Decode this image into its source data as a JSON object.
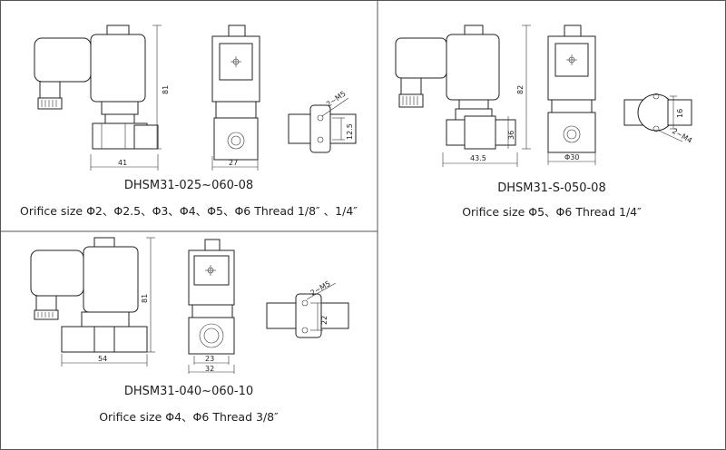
{
  "panels": [
    {
      "model": "DHSM31-025~060-08",
      "orifice": "Orifice size Φ2、Φ2.5、Φ3、Φ4、Φ5、Φ6 Thread 1/8″ 、1/4″",
      "dims": {
        "height": "81",
        "width": "41",
        "side_width": "27",
        "thread": "2~M5",
        "spacing": "12.5"
      }
    },
    {
      "model": "DHSM31-S-050-08",
      "orifice": "Orifice size Φ5、Φ6 Thread 1/4″",
      "dims": {
        "height": "82",
        "width": "43.5",
        "side_width": "Φ30",
        "port": "36",
        "thread": "2~M4",
        "spacing": "16"
      }
    },
    {
      "model": "DHSM31-040~060-10",
      "orifice": "Orifice size Φ4、Φ6 Thread 3/8″",
      "dims": {
        "height": "81",
        "width": "54",
        "side_width": "32",
        "side_inner": "23",
        "thread": "2~M5",
        "spacing": "22"
      }
    }
  ]
}
